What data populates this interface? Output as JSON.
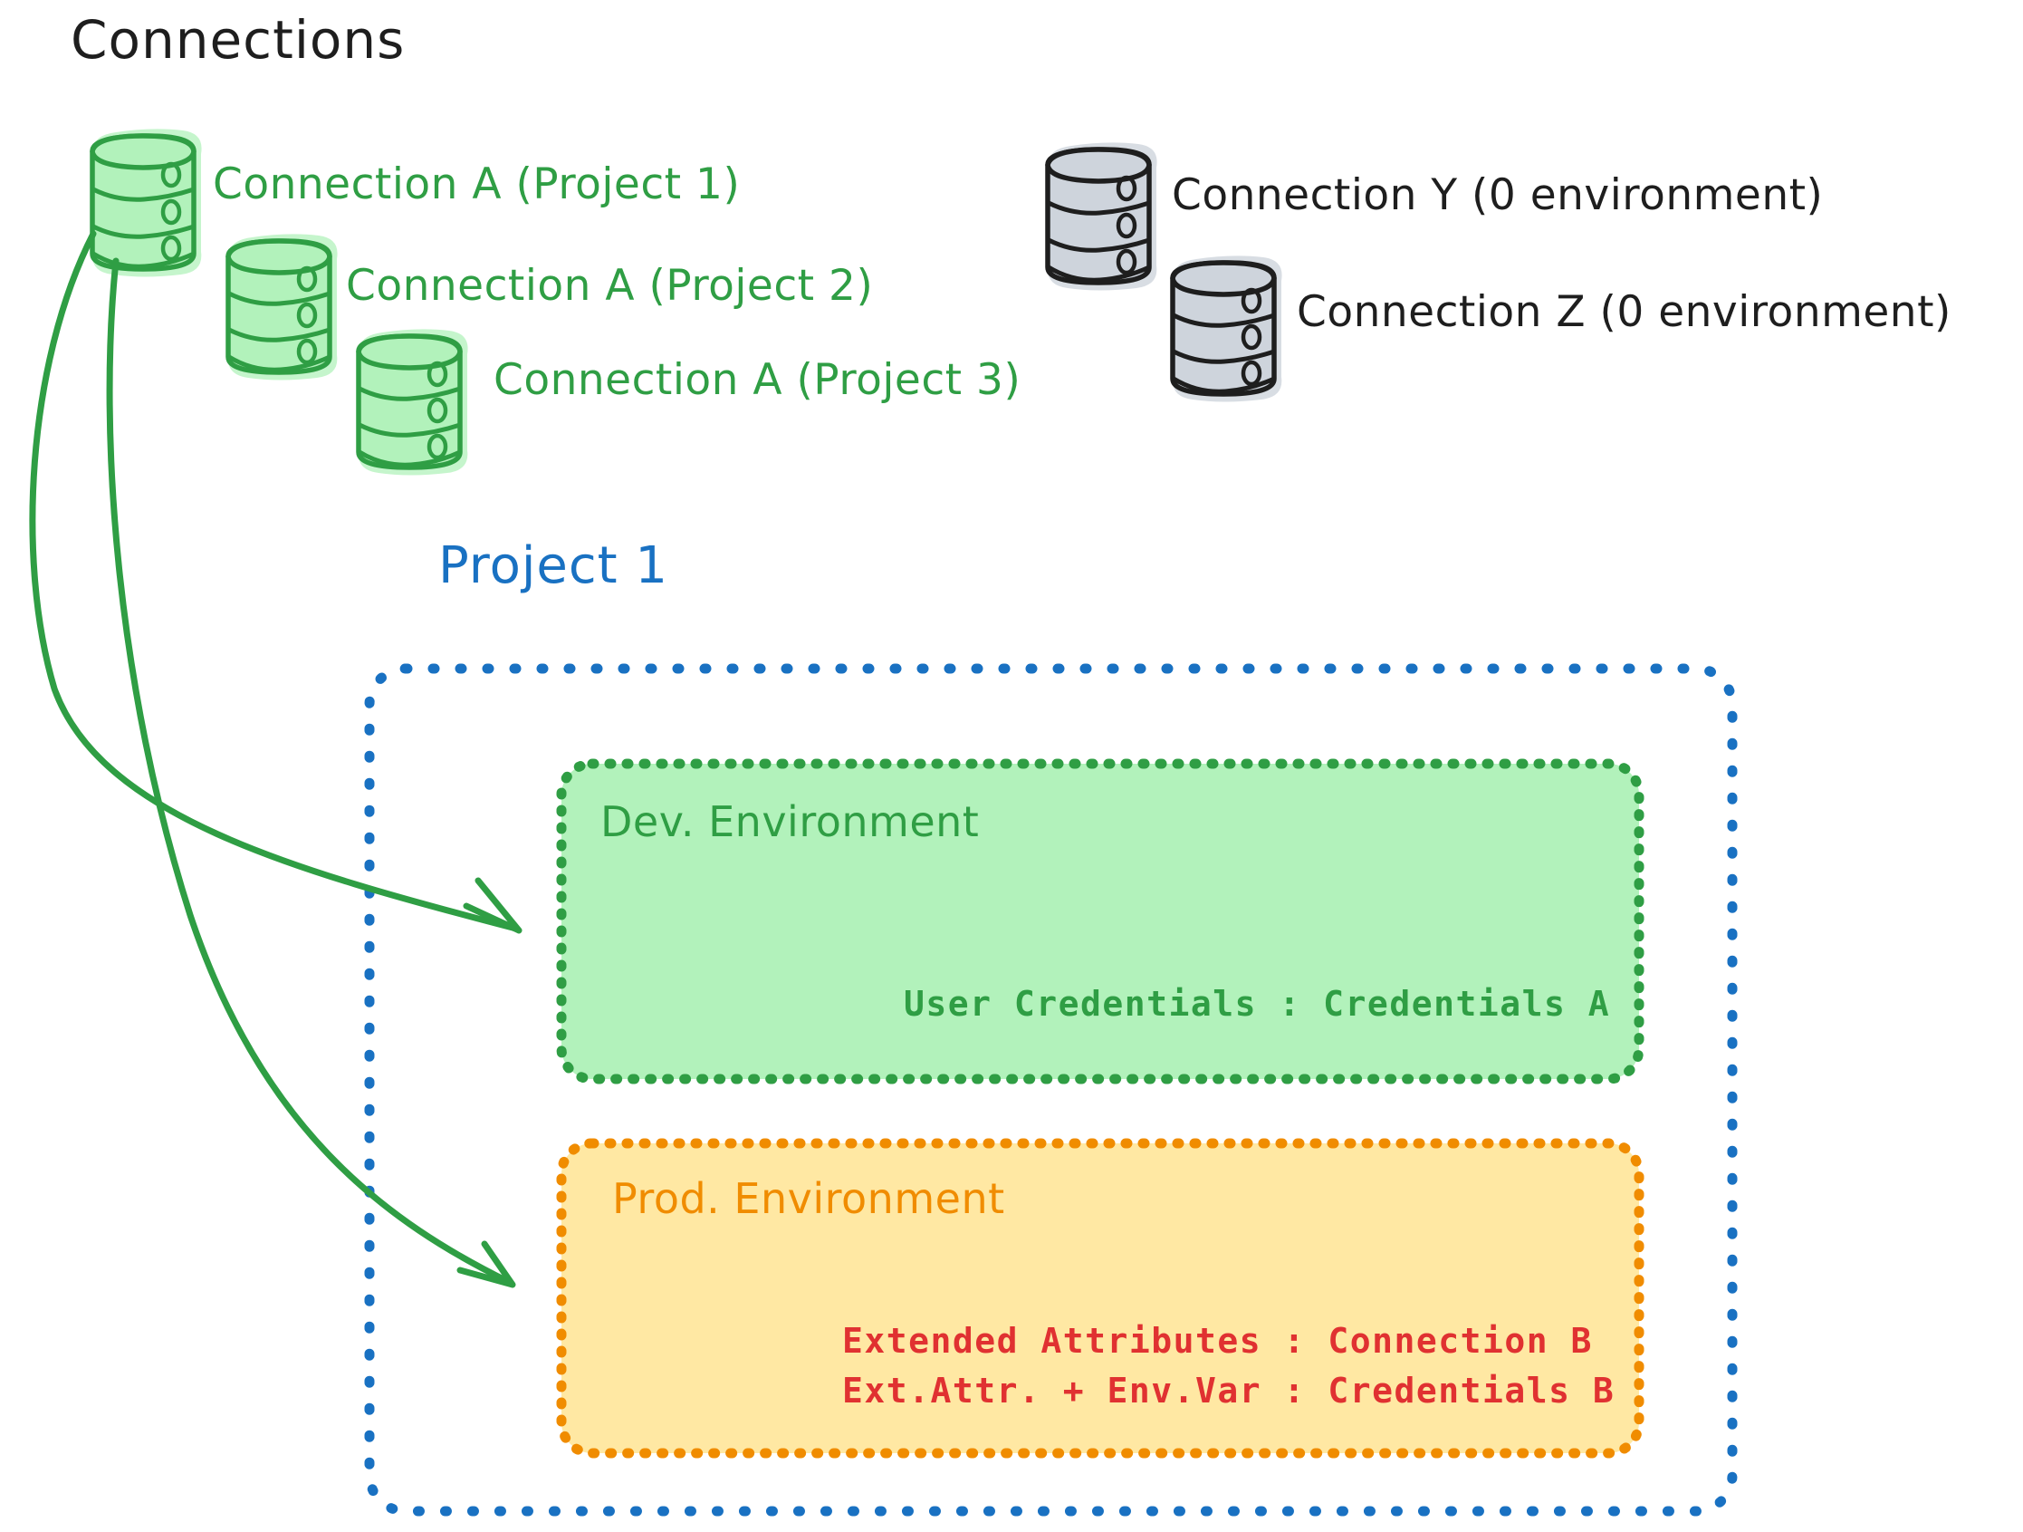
{
  "diagram": {
    "title": "Connections",
    "connections_green": [
      {
        "label": "Connection A (Project 1)",
        "icon": "database-cylinder-icon",
        "color": "#2f9e44"
      },
      {
        "label": "Connection A (Project 2)",
        "icon": "database-cylinder-icon",
        "color": "#2f9e44"
      },
      {
        "label": "Connection A (Project 3)",
        "icon": "database-cylinder-icon",
        "color": "#2f9e44"
      }
    ],
    "connections_gray": [
      {
        "label": "Connection Y (0 environment)",
        "icon": "database-cylinder-icon",
        "color": "#1e1e1e"
      },
      {
        "label": "Connection Z (0 environment)",
        "icon": "database-cylinder-icon",
        "color": "#1e1e1e"
      }
    ],
    "project": {
      "title": "Project 1",
      "color": "#1971c2",
      "environments": [
        {
          "name": "Dev. Environment",
          "accent": "#2f9e44",
          "fill": "#b2f2bb",
          "details": [
            "User Credentials : Credentials A"
          ],
          "detail_color": "#2f9e44"
        },
        {
          "name": "Prod. Environment",
          "accent": "#f08c00",
          "fill": "#ffe8a3",
          "details": [
            "Extended Attributes : Connection B",
            "Ext.Attr. + Env.Var : Credentials B"
          ],
          "detail_color": "#e03131"
        }
      ]
    },
    "arrows": [
      {
        "from": "Connection A (Project 1)",
        "to": "Dev. Environment"
      },
      {
        "from": "Connection A (Project 1)",
        "to": "Prod. Environment"
      }
    ]
  }
}
